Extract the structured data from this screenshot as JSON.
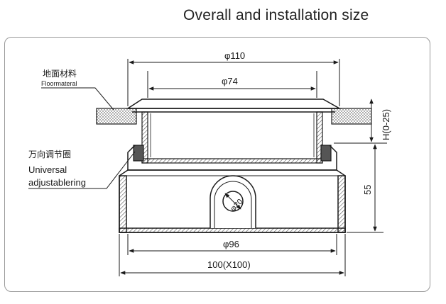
{
  "title": "Overall and installation size",
  "labels": {
    "floor_material_cn": "地面材料",
    "floor_material_en": "Floormateral",
    "ring_cn": "万向调节圈",
    "ring_en_line1": "Universal",
    "ring_en_line2": "adjustablering"
  },
  "dimensions": {
    "phi110": "φ110",
    "phi74": "φ74",
    "phi96": "φ96",
    "width": "100(X100)",
    "height_adjust": "H(0-25)",
    "height_body": "55",
    "phi20": "φ20"
  },
  "colors": {
    "line": "#1a1a1a",
    "frame": "#9a9a9a",
    "hatch": "#555555"
  }
}
